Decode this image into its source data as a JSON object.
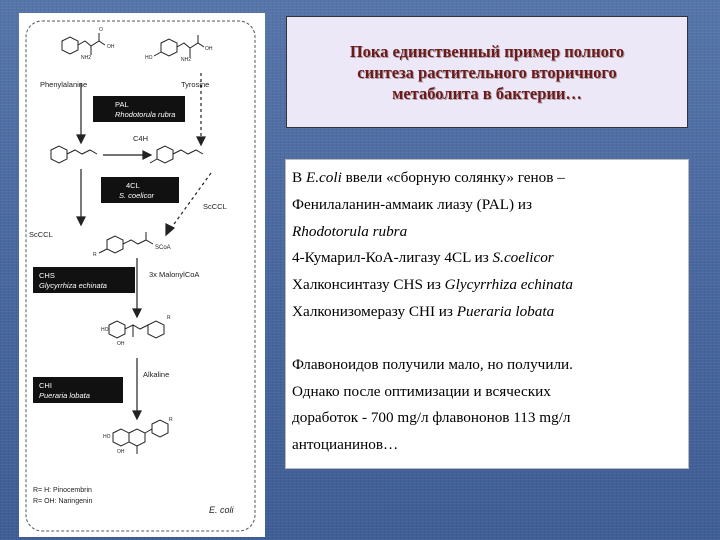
{
  "title": {
    "line1": "Пока единственный пример полного",
    "line2": "синтеза растительного вторичного",
    "line3": "метаболита в бактерии…"
  },
  "content": {
    "l1_pre": "В ",
    "l1_it": "E.coli",
    "l1_post": " ввели «сборную солянку» генов –",
    "l2": "Фенилаланин-аммаик лиазу (PAL)  из",
    "l3_it": "Rhodotorula rubra",
    "l4_pre": "4-Кумарил-КоА-лигазу 4CL  из ",
    "l4_it": "S.coelicor",
    "l5_pre": "Халконсинтазу  CHS  из ",
    "l5_it": "Glycyrrhiza echinata",
    "l6_pre": "Халконизомеразу CHI  из  ",
    "l6_it": "Pueraria lobata",
    "p2": [
      "Флавоноидов получили мало, но получили.",
      "Однако после оптимизации и всяческих",
      "доработок - 700 mg/л флавононов  113 mg/л",
      "антоцианинов…"
    ]
  },
  "diagram": {
    "phenylalanine": "Phenylalanine",
    "tyrosine": "Tyrosine",
    "pal_box": [
      "PAL",
      "Rhodotorula rubra"
    ],
    "c4h": "C4H",
    "cl_box": [
      "4CL",
      "S. coelicor"
    ],
    "sccl_left": "ScCCL",
    "sccl_right": "ScCCL",
    "scoa": "SCoA",
    "malonyl": "3x MalonylCoA",
    "chs_box": [
      "CHS",
      "Glycyrrhiza echinata"
    ],
    "chi_box": [
      "CHI",
      "Pueraria lobata"
    ],
    "alkaline": "Alkaline",
    "r_h": "R= H:    Pinocembrin",
    "r_oh": "R= OH: Naringenin",
    "ecoli": "E. coli",
    "nh2": "NH2",
    "oh": "OH",
    "ho": "HO",
    "o": "O",
    "r": "R"
  }
}
